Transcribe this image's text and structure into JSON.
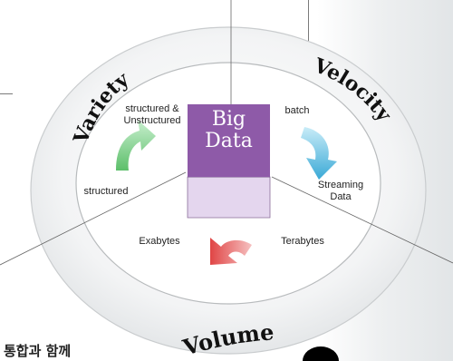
{
  "center": {
    "line1": "Big",
    "line2": "Data",
    "face_color": "#8e5aa8",
    "side_color": "#e4d6ee"
  },
  "dimensions": {
    "variety": "Variety",
    "velocity": "Velocity",
    "volume": "Volume"
  },
  "variety_labels": {
    "from": "structured",
    "to_line1": "structured &",
    "to_line2": "Unstructured"
  },
  "velocity_labels": {
    "from": "batch",
    "to_line1": "Streaming",
    "to_line2": "Data"
  },
  "volume_labels": {
    "from": "Terabytes",
    "to": "Exabytes"
  },
  "arrow_colors": {
    "variety": "#5cbf6a",
    "velocity": "#3aa9d6",
    "volume": "#e04545"
  },
  "bottom_text": "통합과 함께"
}
